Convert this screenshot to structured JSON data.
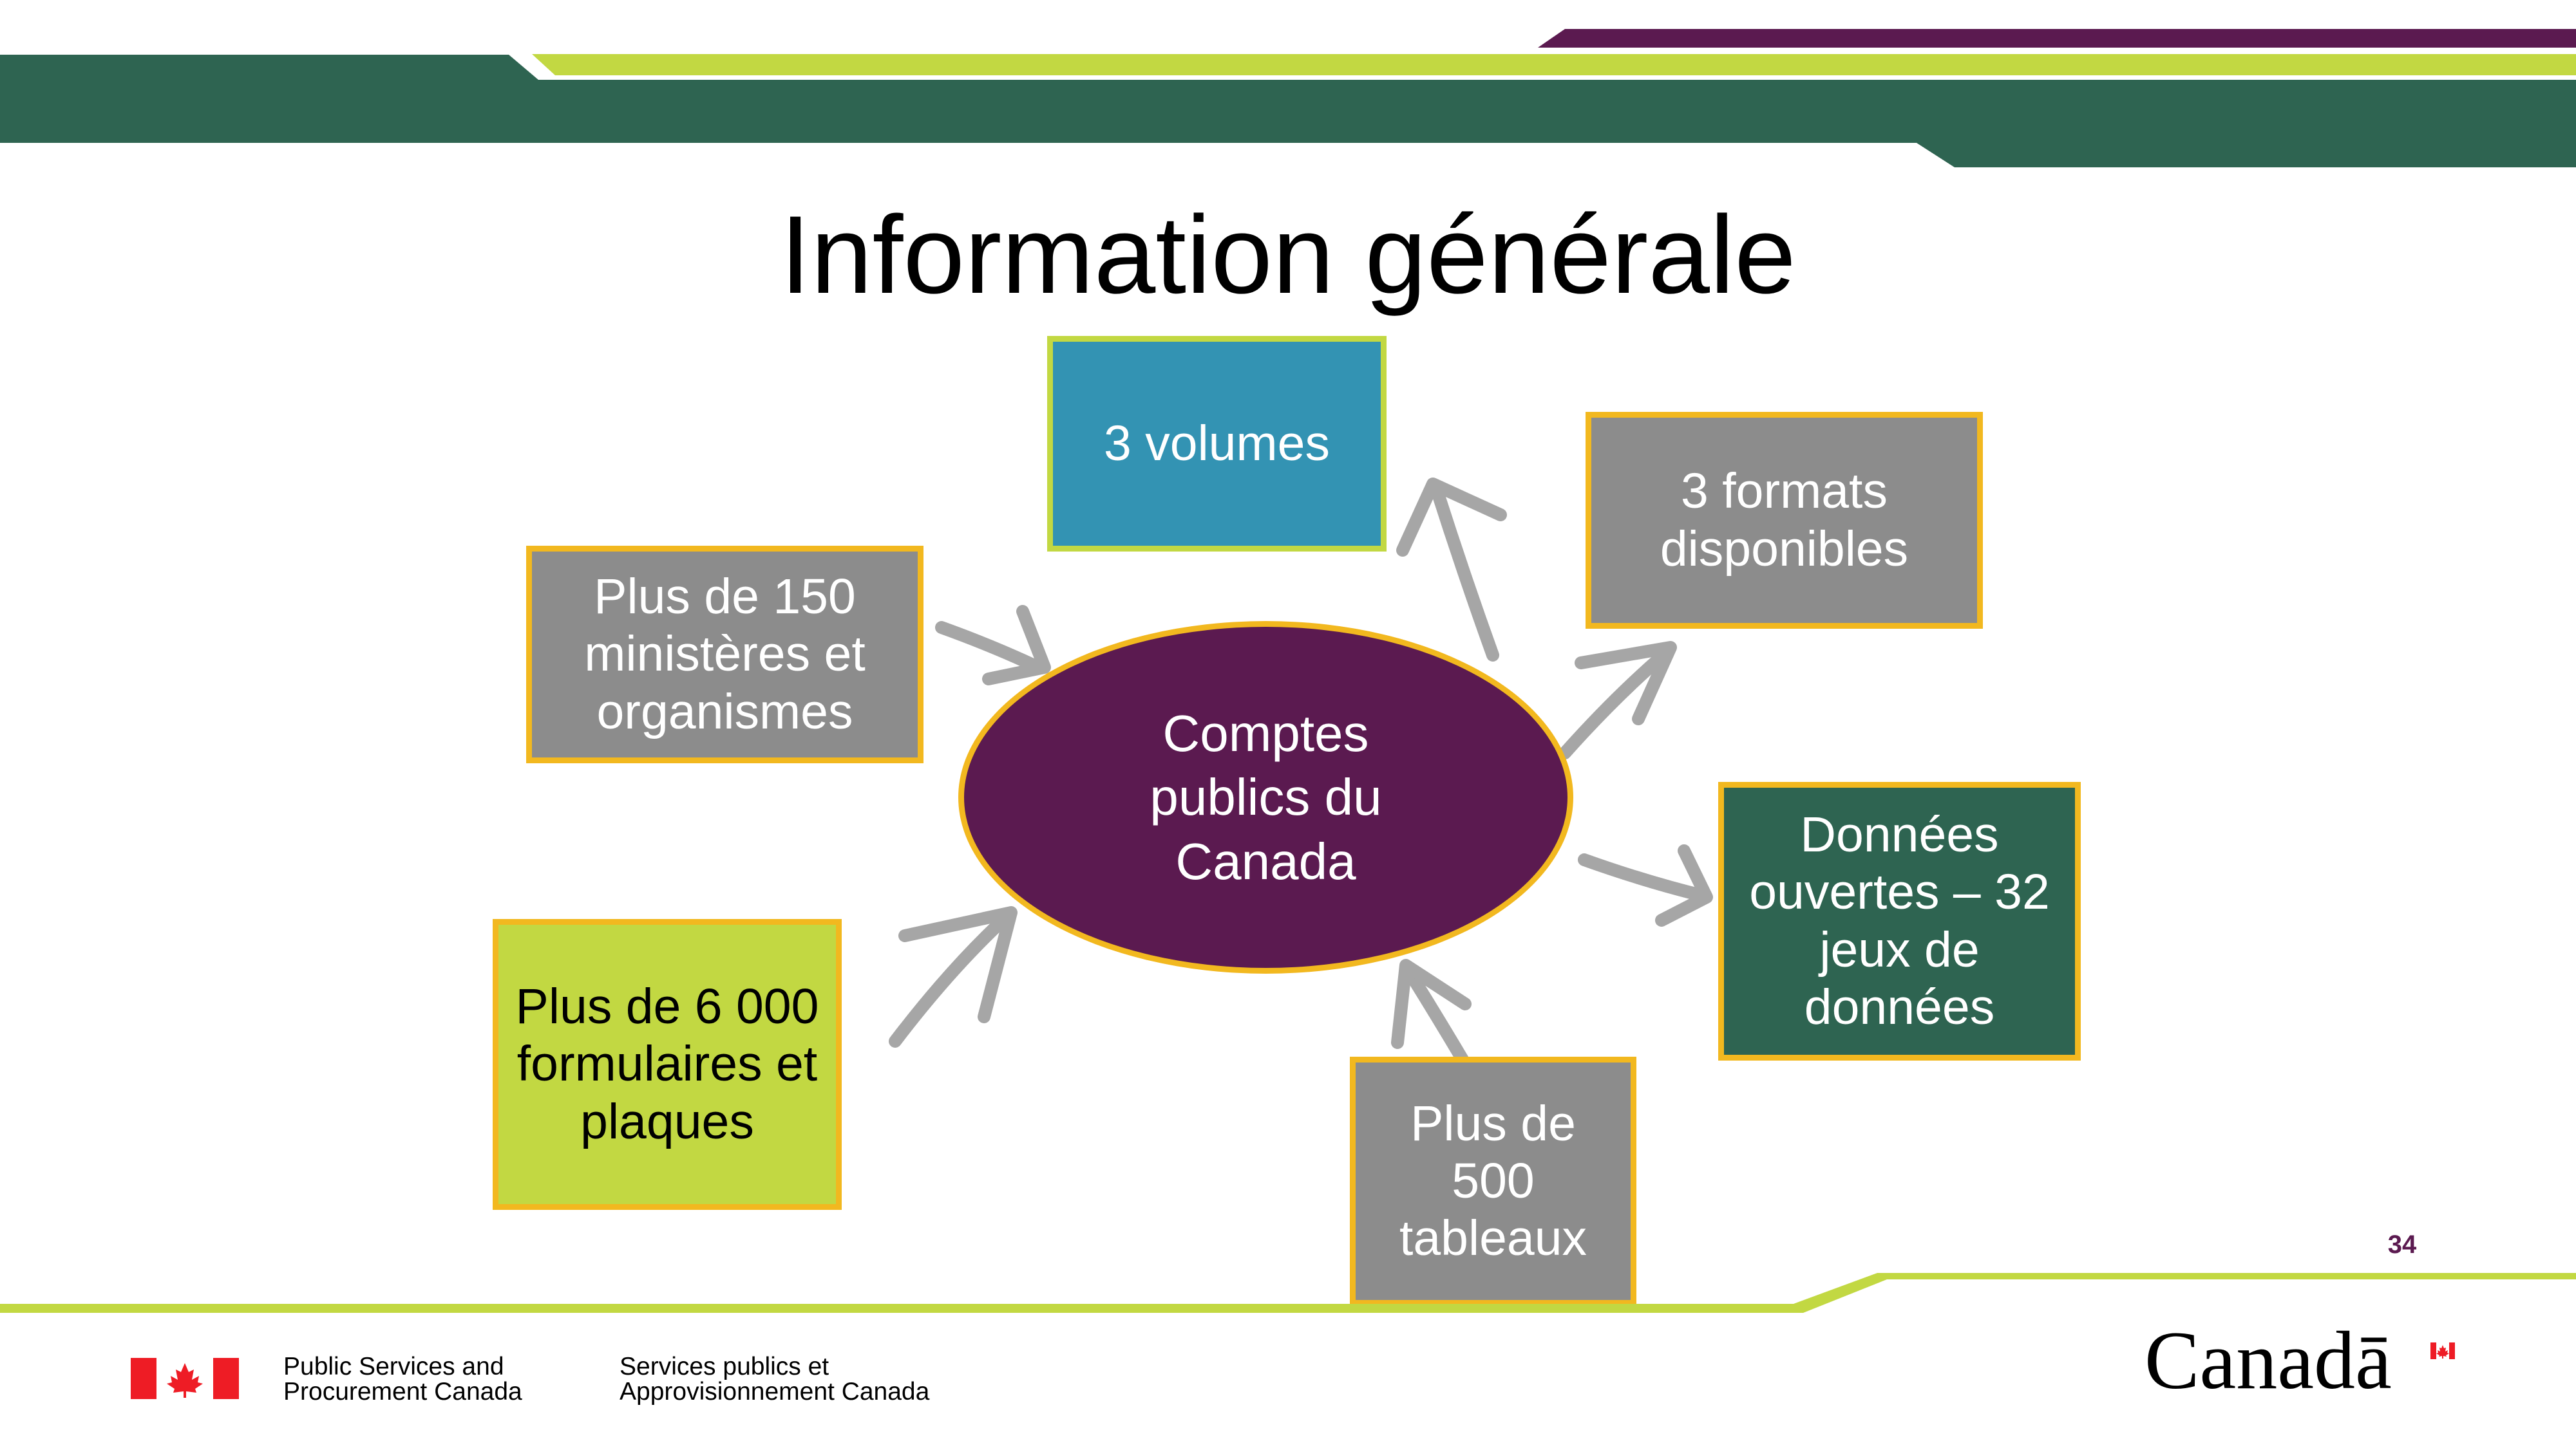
{
  "slide": {
    "title": "Information générale",
    "page_number": "34"
  },
  "diagram": {
    "center": "Comptes\npublics du\nCanada",
    "nodes": {
      "volumes": "3 volumes",
      "formats": "3 formats\ndisponibles",
      "ministries": "Plus de 150\nministères et\norganismes",
      "open_data": "Données\nouvertes – 32\njeux de\ndonnées",
      "forms": "Plus de 6 000\nformulaires et\nplaques",
      "tables": "Plus de\n500\ntableaux"
    }
  },
  "footer": {
    "department_en": "Public Services and\nProcurement Canada",
    "department_fr": "Services publics et\nApprovisionnement Canada",
    "wordmark": "Canadā"
  },
  "colors": {
    "green_dark": "#2e6451",
    "lime": "#c2d842",
    "purple": "#5b1a50",
    "teal_blue": "#3393b3",
    "gray": "#8c8c8c",
    "border_gold": "#f2b81f",
    "flag_red": "#ee1c25",
    "arrow_gray": "#a6a6a6"
  },
  "icons": {
    "header": "decorative-header-bands",
    "footer_flag": "canada-flag-icon",
    "arrows": "curved-arrow-icon"
  }
}
